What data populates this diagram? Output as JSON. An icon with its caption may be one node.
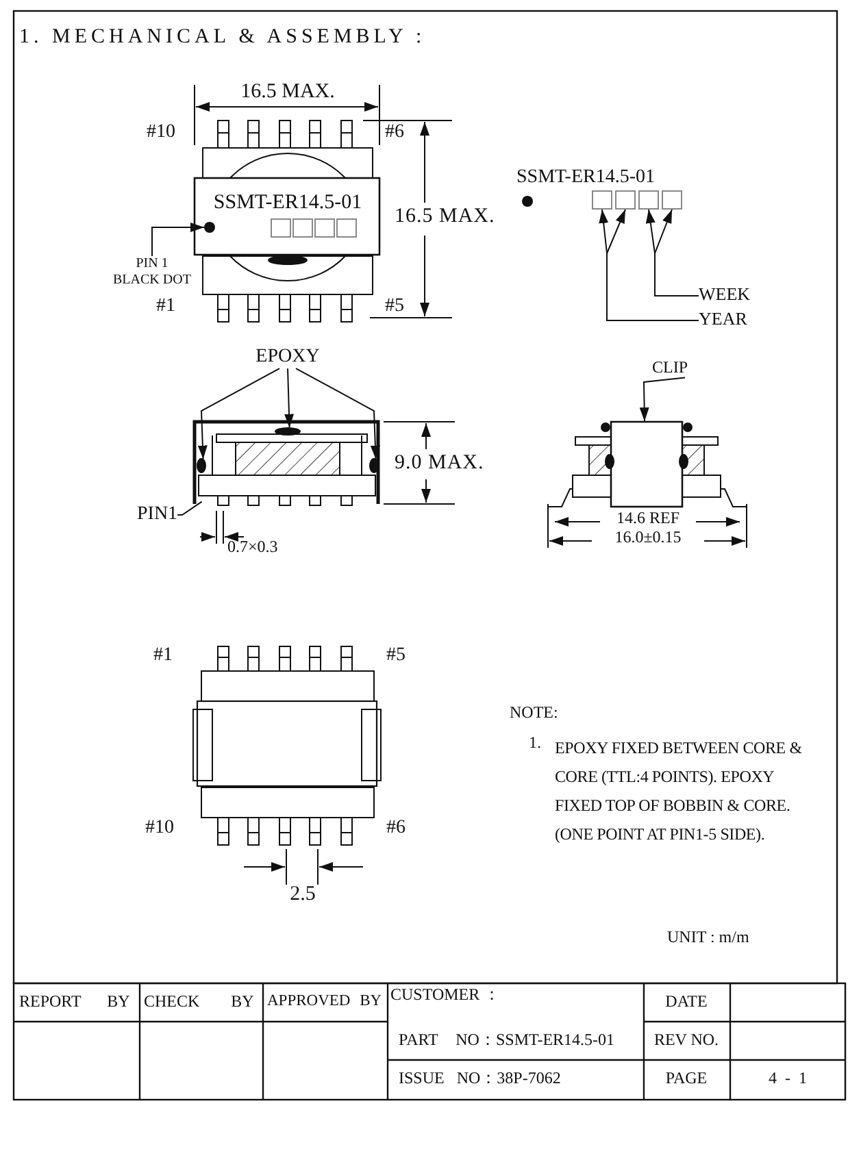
{
  "diagram": {
    "title": "1. MECHANICAL & ASSEMBLY :",
    "nodes": [
      {
        "text": [
          "PIN 1 BLACK DOT"
        ]
      },
      {
        "text": [],
        "shape": "circle"
      },
      {
        "text": [],
        "shape": "box"
      },
      {
        "text": [],
        "shape": "box"
      },
      {
        "text": [],
        "shape": "box"
      },
      {
        "text": [],
        "shape": "box"
      },
      {
        "text": [
          "WEEK"
        ]
      },
      {
        "text": [
          "YEAR"
        ]
      },
      {
        "text": [
          "EPOXY"
        ]
      },
      {
        "text": [
          "CLIP"
        ]
      },
      {
        "text": [
          "PIN1"
        ]
      },
      {
        "text": [],
        "shape": "picture"
      },
      {
        "text": [],
        "shape": "picture"
      }
    ],
    "edges": [
      {
        "from": 0,
        "to": 1,
        "arrow": "to"
      },
      {
        "from": 7,
        "to": 2,
        "arrow": "to"
      },
      {
        "from": 7,
        "to": 3,
        "arrow": "to"
      },
      {
        "from": 6,
        "to": 4,
        "arrow": "to"
      },
      {
        "from": 6,
        "to": 5,
        "arrow": "to"
      },
      {
        "from": 8,
        "to": 11,
        "arrow": "to"
      },
      {
        "from": 8,
        "to": 11,
        "arrow": "to"
      },
      {
        "from": 8,
        "to": 11,
        "arrow": "to"
      },
      {
        "from": 9,
        "to": 12,
        "arrow": "to"
      },
      {
        "from": 10,
        "to": 11,
        "arrow": "none"
      }
    ],
    "labels": [
      "16.5 MAX.",
      "#10",
      "#6",
      "SSMT-ER14.5-01",
      "16.5 MAX.",
      "#1",
      "#5",
      "SSMT-ER14.5-01",
      "9.0 MAX.",
      "0.7×0.3",
      "14.6 REF",
      "16.0±0.15",
      "#1",
      "#5",
      "#10",
      "#6",
      "2.5",
      "NOTE:",
      "1.",
      "EPOXY FIXED BETWEEN CORE & CORE (TTL:4 POINTS). EPOXY FIXED TOP OF BOBBIN & CORE.(ONE POINT AT PIN1-5 SIDE).",
      "UNIT : m/m",
      "REPORT BY",
      "CHECK BY",
      "APPROVED BY",
      "CUSTOMER ：",
      "DATE",
      "PART NO：SSMT-ER14.5-01",
      "REV NO.",
      "ISSUE NO：38P-7062",
      "PAGE",
      "4 - 1"
    ]
  }
}
